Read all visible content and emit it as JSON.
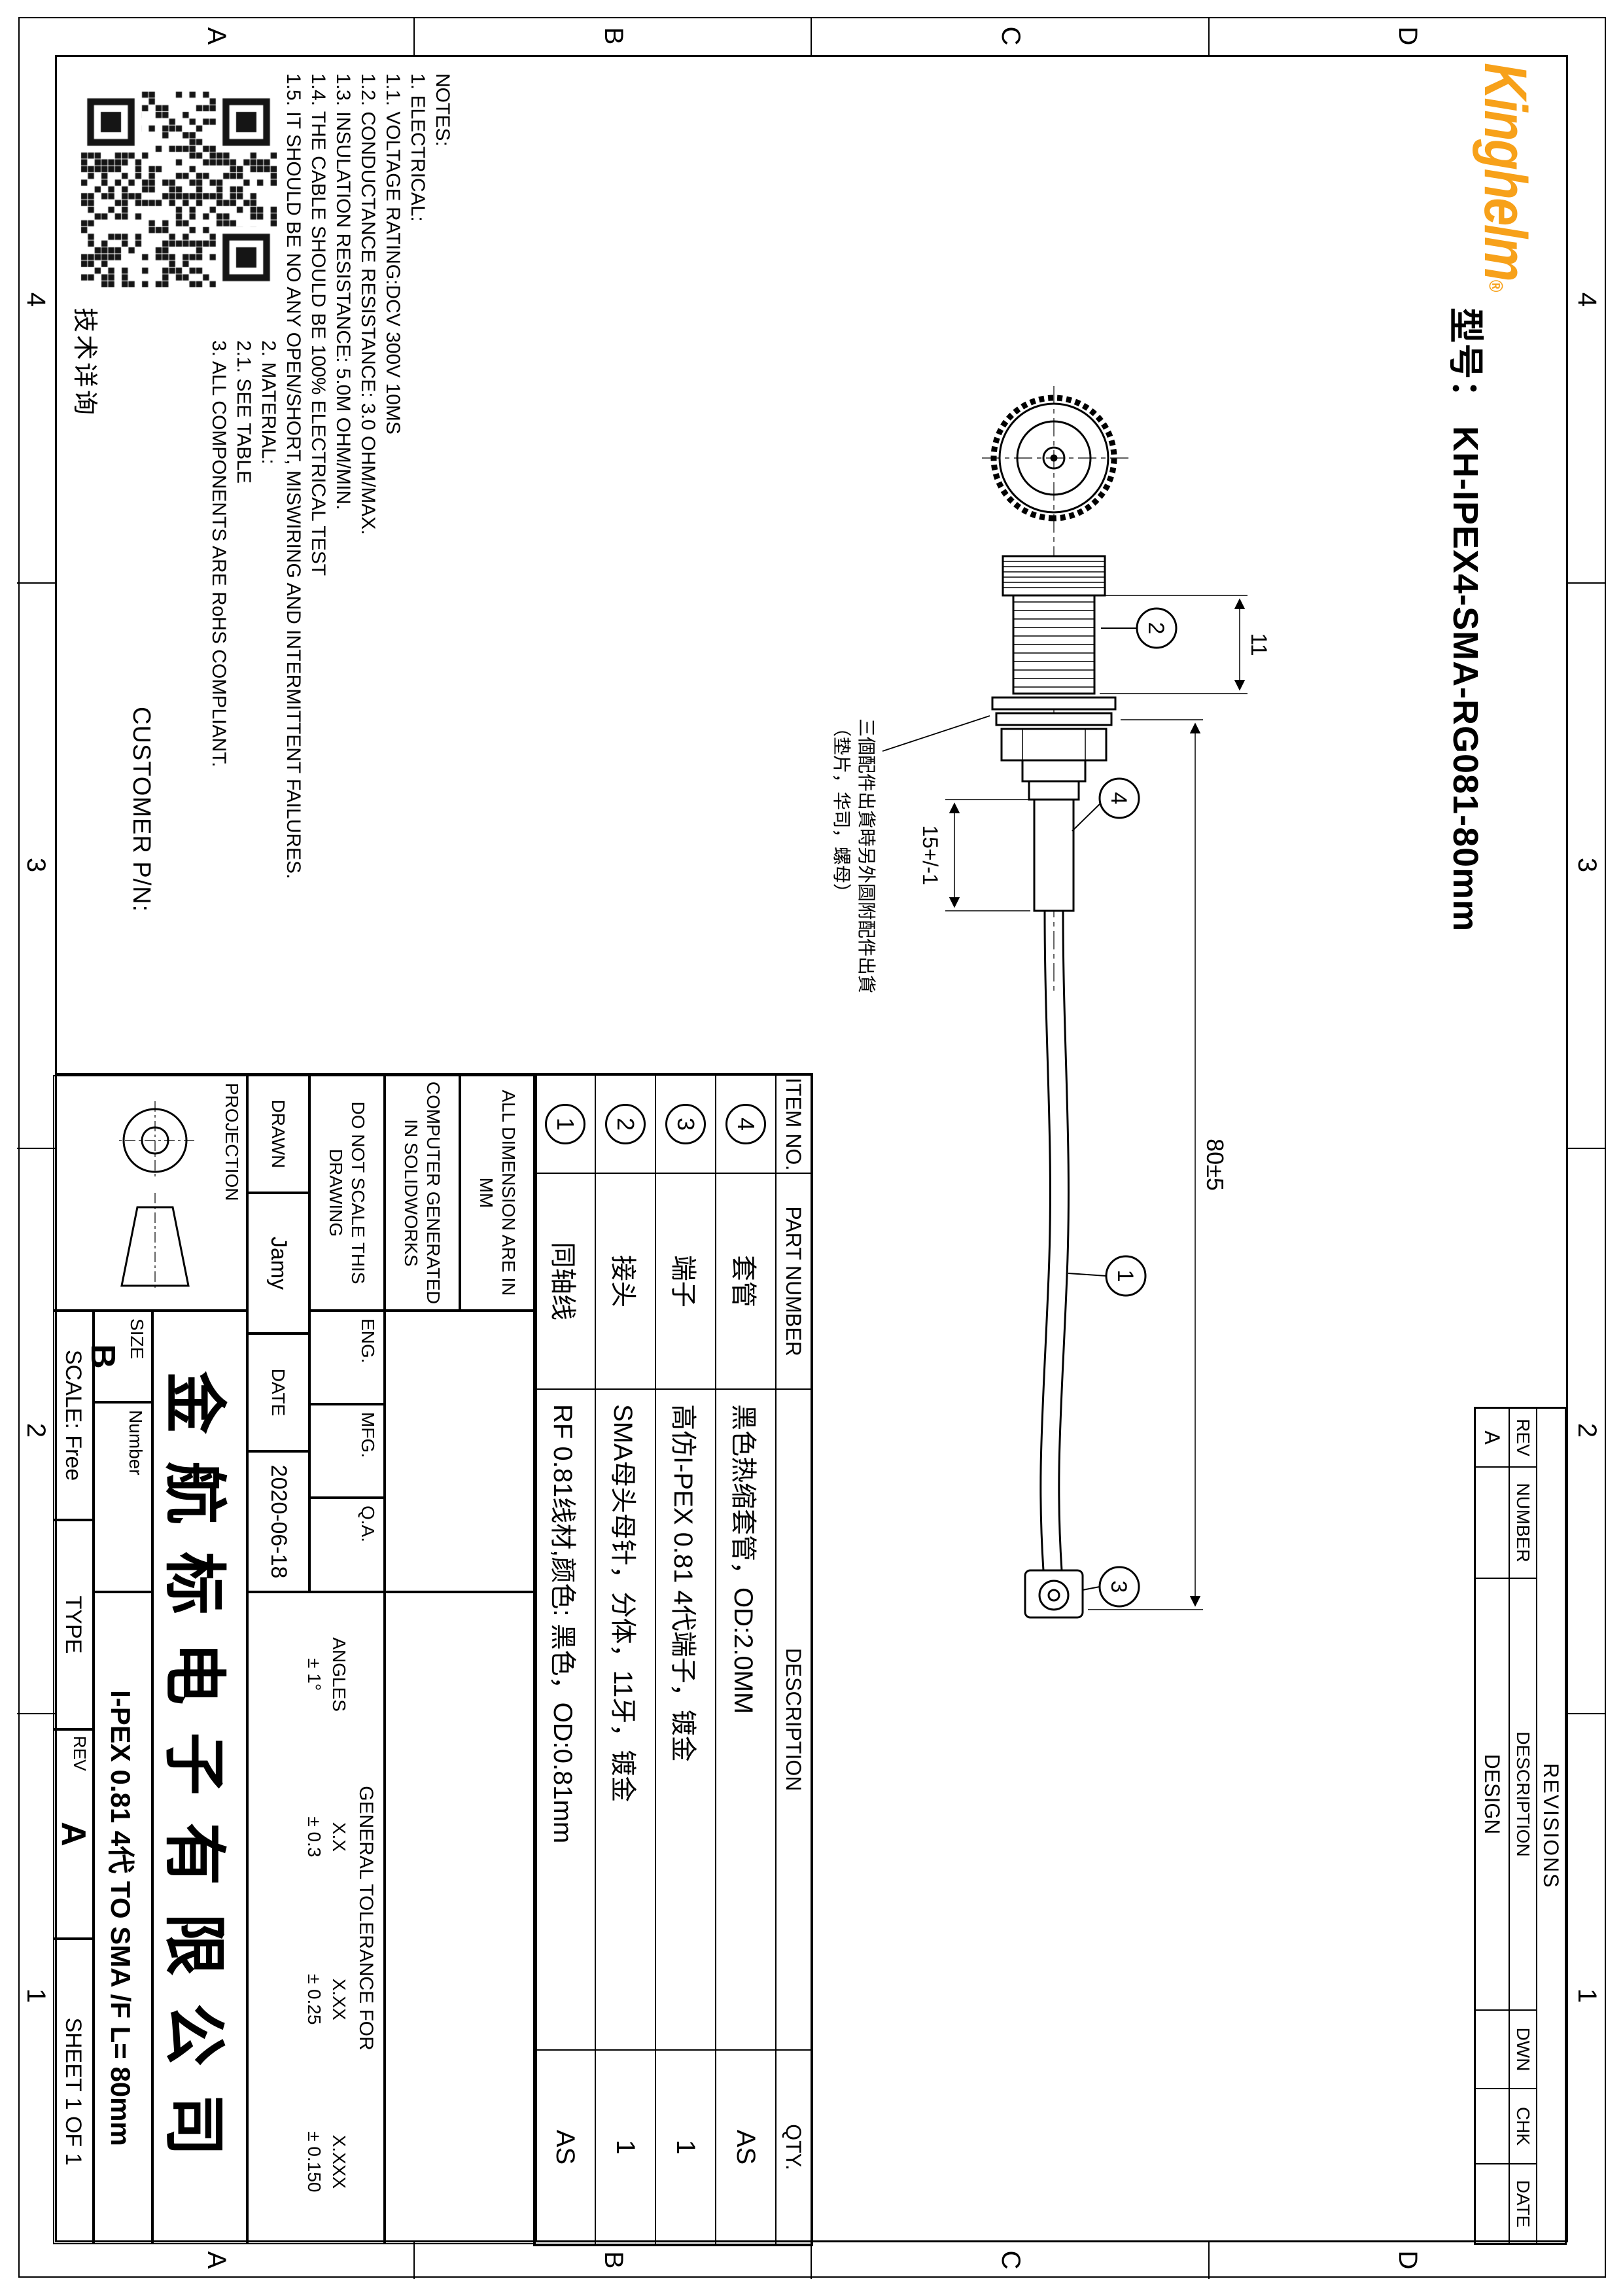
{
  "logo": {
    "text": "Kinghelm",
    "registered": "®",
    "color": "#F7A11A"
  },
  "header": {
    "model_label": "型号：",
    "model_value": "KH-IPEX4-SMA-RG081-80mm"
  },
  "qr": {
    "caption": "技术详询"
  },
  "customer_pn_label": "CUSTOMER P/N:",
  "zones": {
    "cols": [
      "4",
      "3",
      "2",
      "1"
    ],
    "rows": [
      "D",
      "C",
      "B",
      "A"
    ]
  },
  "notes": {
    "lines": [
      "NOTES:",
      "1.  ELECTRICAL:",
      "1.1.  VOLTAGE RATING:DCV 300V 10MS",
      "1.2.  CONDUCTANCE RESISTANCE: 3.0 OHM/MAX.",
      "1.3.  INSULATION RESISTANCE: 5.0M OHM/MIN.",
      "1.4.  THE CABLE SHOULD BE 100% ELECTRICAL TEST",
      "1.5.  IT SHOULD BE NO ANY OPEN/SHORT, MISWIRING AND INTERMITTENT FAILURES.",
      "2.  MATERIAL:",
      "2.1.  SEE TABLE",
      "3.  ALL COMPONENTS ARE RoHS COMPLIANT."
    ]
  },
  "drawing": {
    "dim_thread": "11",
    "dim_tube": "15+/-1",
    "dim_cable": "80±5",
    "callout_1": "1",
    "callout_2": "2",
    "callout_3": "3",
    "callout_4": "4",
    "note_line1": "三個配件出貨時另外圆附配件出貨",
    "note_line2": "（垫片，华司，螺母）"
  },
  "bom": {
    "headers": {
      "item": "ITEM NO.",
      "part": "PART NUMBER",
      "desc": "DESCRIPTION",
      "qty": "QTY."
    },
    "rows": [
      {
        "item": "4",
        "part": "套管",
        "desc": "黑色热缩套管，OD:2.0MM",
        "qty": "AS"
      },
      {
        "item": "3",
        "part": "端子",
        "desc": "高仿I-PEX 0.81 4代端子，镀金",
        "qty": "1"
      },
      {
        "item": "2",
        "part": "接头",
        "desc": "SMA母头母针，分体，11牙，镀金",
        "qty": "1"
      },
      {
        "item": "1",
        "part": "同轴线",
        "desc": "RF 0.81线材,颜色: 黑色，OD:0.81mm",
        "qty": "AS"
      }
    ]
  },
  "revisions": {
    "title": "REVISIONS",
    "headers": {
      "rev": "REV",
      "number": "NUMBER",
      "desc": "DESCRIPTION",
      "dwn": "DWN",
      "chk": "CHK",
      "date": "DATE"
    },
    "row": {
      "rev": "A",
      "number": "",
      "desc": "DESIGN",
      "dwn": "",
      "chk": "",
      "date": ""
    }
  },
  "titleblock": {
    "all_dim": "ALL DIMENSION ARE IN MM",
    "computer_generated": "COMPUTER GENERATED IN SOLIDWORKS",
    "do_not_scale": "DO NOT SCALE THIS DRAWING",
    "projection": "PROJECTION",
    "eng": "ENG.",
    "mfg": "MFG.",
    "qa": "Q.A.",
    "drawn_label": "DRAWN",
    "drawn_value": "Jamy",
    "date_label": "DATE",
    "date_value": "2020-06-18",
    "tol_title": "GENERAL TOLERANCE FOR",
    "tol_angles_label": "ANGLES",
    "tol_angles_value": "± 1°",
    "tol_x_label": "X.X",
    "tol_x_value": "± 0.3",
    "tol_xx_label": "X.XX",
    "tol_xx_value": "± 0.25",
    "tol_xxx_label": "X.XXX",
    "tol_xxx_value": "± 0.150",
    "company": "金航标电子有限公司",
    "size_label": "SIZE",
    "size_value": "B",
    "number_label": "Number",
    "part_title": "I-PEX 0.81 4代 TO SMA /F  L= 80mm",
    "scale": "SCALE: Free",
    "type_label": "TYPE",
    "rev_label": "REV",
    "rev_value": "A",
    "sheet": "SHEET 1 OF 1"
  }
}
